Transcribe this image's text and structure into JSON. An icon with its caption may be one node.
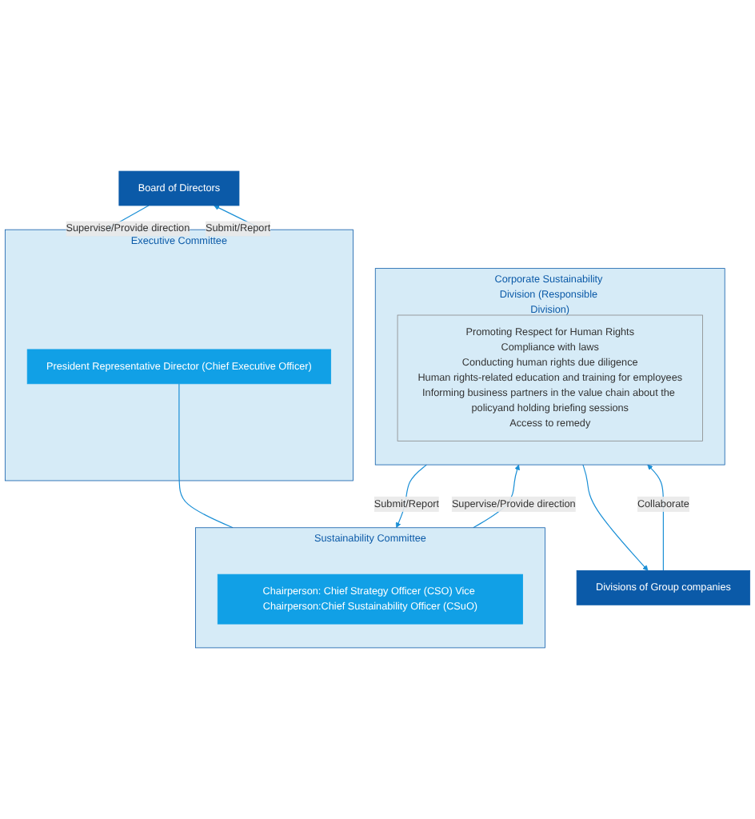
{
  "diagram": {
    "nodes": [
      {
        "text": [
          "Board of Directors"
        ]
      },
      {
        "text": [
          "Executive Committee"
        ]
      },
      {
        "text": [
          "President Representative Director (Chief Executive Officer)"
        ],
        "in": 1
      },
      {
        "text": [
          "Sustainability Committee"
        ]
      },
      {
        "text": [
          "Chairperson: Chief Strategy Officer (CSO) Vice Chairperson:Chief Sustainability Officer (CSuO)"
        ],
        "in": 3
      },
      {
        "text": [
          "Corporate Sustainability Division (Responsible Division)"
        ]
      },
      {
        "text": [
          "Promoting Respect for Human Rights",
          "Compliance with laws",
          "Conducting human rights due diligence",
          "Human rights-related education and training for employees",
          "Informing business partners in the value chain about the policyand holding briefing sessions",
          "Access to remedy"
        ],
        "in": 5
      },
      {
        "text": [
          "Divisions of Group companies"
        ]
      }
    ],
    "edges": [
      {
        "from": 0,
        "to": 1,
        "arrow": "to",
        "label": "Supervise/Provide direction"
      },
      {
        "from": 1,
        "to": 0,
        "arrow": "to",
        "label": "Submit/Report"
      },
      {
        "from": 2,
        "to": 3,
        "arrow": "none"
      },
      {
        "from": 3,
        "to": 5,
        "arrow": "to",
        "label": "Supervise/Provide direction"
      },
      {
        "from": 5,
        "to": 3,
        "arrow": "to",
        "label": "Submit/Report"
      },
      {
        "from": 5,
        "to": 7,
        "arrow": "to"
      },
      {
        "from": 7,
        "to": 5,
        "arrow": "to",
        "label": "Collaborate"
      }
    ]
  }
}
